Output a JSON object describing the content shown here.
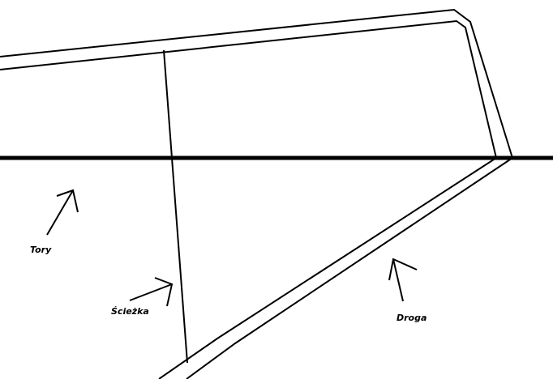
{
  "labels": {
    "tracks": "Tory",
    "path": "Ścieżka",
    "road": "Droga"
  },
  "colors": {
    "ink": "#000000",
    "background": "#ffffff"
  }
}
